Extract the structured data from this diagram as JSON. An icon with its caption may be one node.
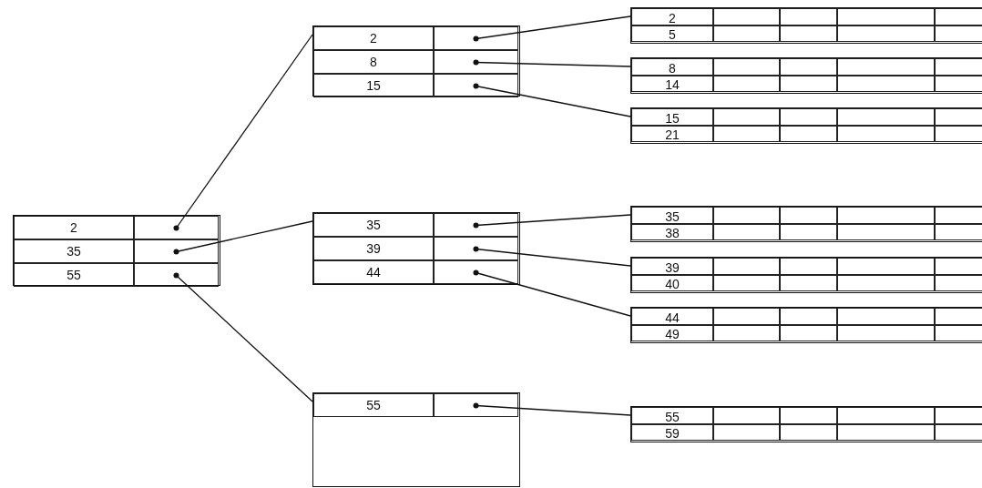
{
  "diagram": {
    "nodes": [
      {
        "text": [
          "2",
          "35",
          "55"
        ]
      },
      {
        "text": [
          "2",
          "8",
          "15"
        ]
      },
      {
        "text": [
          "35",
          "39",
          "44"
        ]
      },
      {
        "text": [
          "55"
        ]
      },
      {
        "text": [
          "2",
          "5"
        ]
      },
      {
        "text": [
          "8",
          "14"
        ]
      },
      {
        "text": [
          "15",
          "21"
        ]
      },
      {
        "text": [
          "35",
          "38"
        ]
      },
      {
        "text": [
          "39",
          "40"
        ]
      },
      {
        "text": [
          "44",
          "49"
        ]
      },
      {
        "text": [
          "55",
          "59"
        ]
      }
    ],
    "edges": [
      {
        "from": 0,
        "to": 1,
        "arrow": "other"
      },
      {
        "from": 0,
        "to": 2,
        "arrow": "other"
      },
      {
        "from": 0,
        "to": 3,
        "arrow": "other"
      },
      {
        "from": 1,
        "to": 4,
        "arrow": "other"
      },
      {
        "from": 1,
        "to": 5,
        "arrow": "other"
      },
      {
        "from": 1,
        "to": 6,
        "arrow": "other"
      },
      {
        "from": 2,
        "to": 7,
        "arrow": "other"
      },
      {
        "from": 2,
        "to": 8,
        "arrow": "other"
      },
      {
        "from": 2,
        "to": 9,
        "arrow": "other"
      },
      {
        "from": 3,
        "to": 10,
        "arrow": "other"
      }
    ]
  }
}
